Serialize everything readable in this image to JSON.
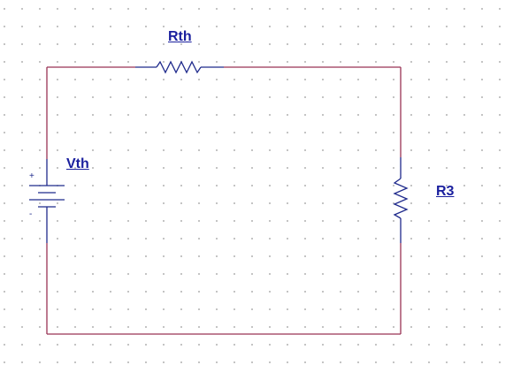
{
  "colors": {
    "wire": "#993355",
    "component": "#1f2a8c",
    "label": "#1a1f9e",
    "grid_dot": "#b4b4b4",
    "background": "#ffffff"
  },
  "components": {
    "rth": {
      "ref": "Rth",
      "kind": "resistor"
    },
    "vth": {
      "ref": "Vth",
      "kind": "battery",
      "plus_sign": "+",
      "minus_sign": "-"
    },
    "r3": {
      "ref": "R3",
      "kind": "resistor"
    }
  }
}
